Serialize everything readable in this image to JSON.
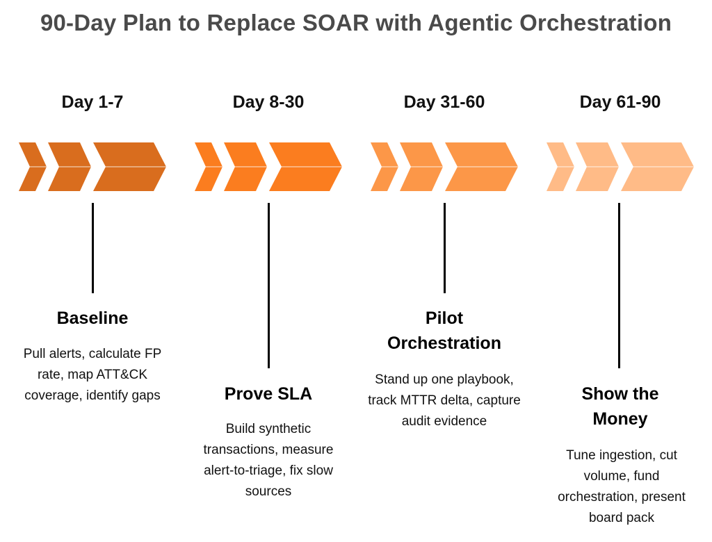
{
  "title": "90-Day Plan to Replace SOAR with Agentic Orchestration",
  "phases": [
    {
      "period": "Day 1-7",
      "name": "Baseline",
      "description": "Pull alerts, calculate FP rate, map ATT&CK coverage, identify gaps",
      "color": "#d96d1e"
    },
    {
      "period": "Day 8-30",
      "name": "Prove SLA",
      "description": "Build synthetic transactions, measure alert-to-triage, fix slow sources",
      "color": "#fb7d1f"
    },
    {
      "period": "Day 31-60",
      "name": "Pilot Orchestration",
      "description": "Stand up one playbook, track MTTR delta, capture audit evidence",
      "color": "#fc9748"
    },
    {
      "period": "Day 61-90",
      "name": "Show the Money",
      "description": "Tune ingestion, cut volume, fund orchestration, present board pack",
      "color": "#ffbb87"
    }
  ]
}
